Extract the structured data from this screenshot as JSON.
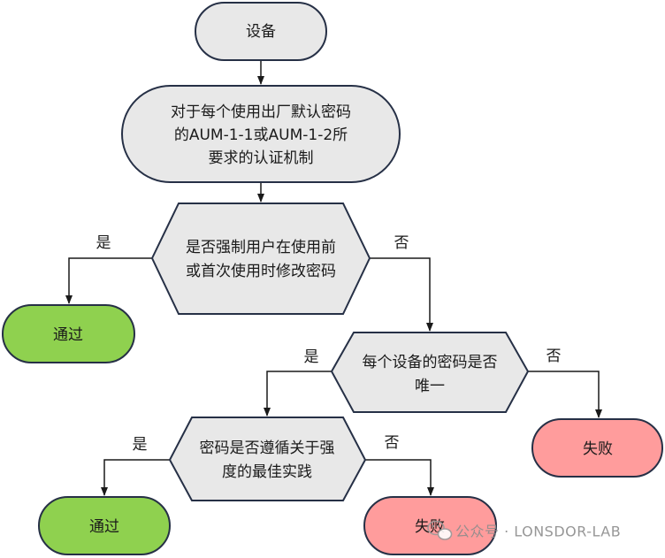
{
  "nodes": {
    "device": {
      "text": "设备"
    },
    "auth_mechanism": {
      "lines": [
        "对于每个使用出厂默认密码",
        "的AUM-1-1或AUM-1-2所",
        "要求的认证机制"
      ]
    },
    "force_change": {
      "lines": [
        "是否强制用户在使用前",
        "或首次使用时修改密码"
      ]
    },
    "pass_1": {
      "text": "通过"
    },
    "unique_password": {
      "lines": [
        "每个设备的密码是否",
        "唯一"
      ]
    },
    "fail_1": {
      "text": "失败"
    },
    "best_practice": {
      "lines": [
        "密码是否遵循关于强",
        "度的最佳实践"
      ]
    },
    "pass_2": {
      "text": "通过"
    },
    "fail_2": {
      "text": "失败"
    }
  },
  "edge_labels": {
    "force_yes": "是",
    "force_no": "否",
    "unique_yes": "是",
    "unique_no": "否",
    "best_yes": "是",
    "best_no": "否"
  },
  "colors": {
    "neutral_fill": "#e8e8e8",
    "pass_fill": "#8fd14f",
    "fail_fill": "#ff9c9c",
    "stroke": "#263046"
  },
  "watermark": {
    "icon": "wechat-icon",
    "text": "公众号 · LONSDOR-LAB"
  }
}
